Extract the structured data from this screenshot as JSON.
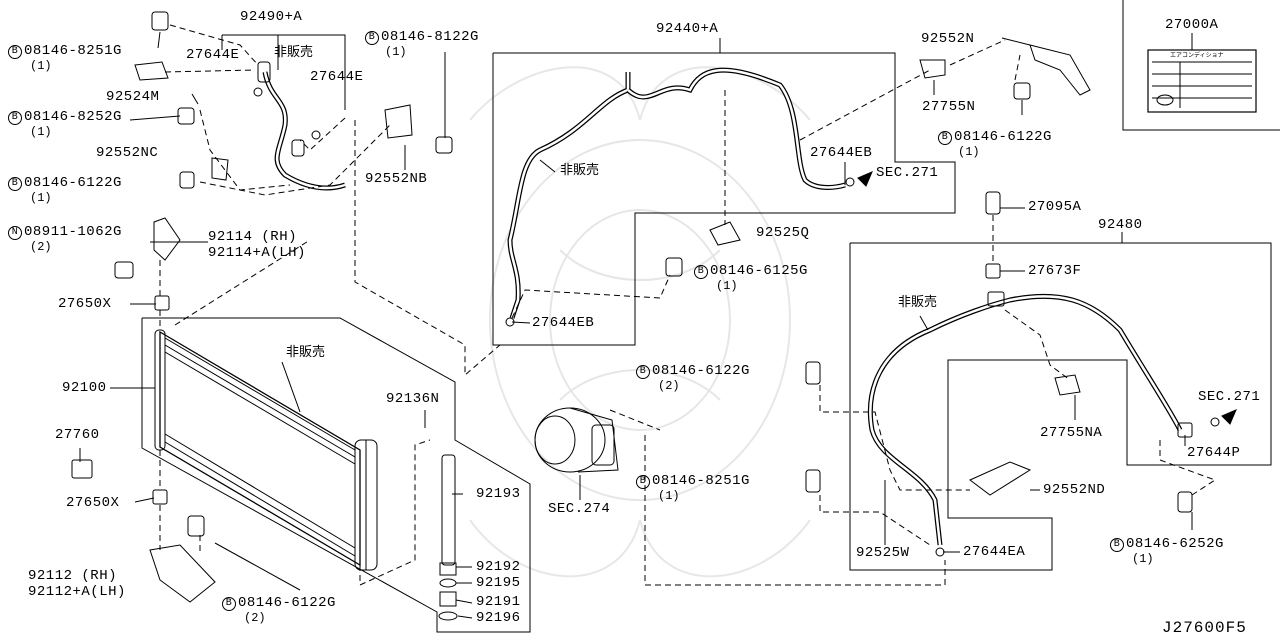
{
  "callouts": {
    "c92490A": "92490+A",
    "nonsale1": "非販売",
    "c27644E_1": "27644E",
    "c27644E_2": "27644E",
    "c92524M": "92524M",
    "c92552NC": "92552NC",
    "c92552NB": "92552NB",
    "c92114": "92114  (RH)",
    "c92114A": "92114+A(LH)",
    "c27650X_1": "27650X",
    "c92100": "92100",
    "nonsale2": "非販売",
    "c27760": "27760",
    "c27650X_2": "27650X",
    "c92112": "92112  (RH)",
    "c92112A": "92112+A(LH)",
    "c92136N": "92136N",
    "c92193": "92193",
    "c92192": "92192",
    "c92195": "92195",
    "c92191": "92191",
    "c92196": "92196",
    "cSEC274": "SEC.274",
    "c92440A": "92440+A",
    "nonsale3": "非販売",
    "c27644EB_1": "27644EB",
    "cSEC271_1": "SEC.271",
    "c92525Q": "92525Q",
    "c27644EB_2": "27644EB",
    "c92552N": "92552N",
    "c27755N": "27755N",
    "c27000A": "27000A",
    "label_jp": "エアコンディショナ",
    "c27095A": "27095A",
    "c92480": "92480",
    "c27673F": "27673F",
    "nonsale4": "非販売",
    "c27755NA": "27755NA",
    "cSEC271_2": "SEC.271",
    "c27644P": "27644P",
    "c92552ND": "92552ND",
    "c92525W": "92525W",
    "c27644EA": "27644EA",
    "diagram_code": "J27600F5"
  },
  "bolts": [
    {
      "prefix": "B",
      "part": "08146-8251G",
      "qty": "(1)"
    },
    {
      "prefix": "B",
      "part": "08146-8252G",
      "qty": "(1)"
    },
    {
      "prefix": "B",
      "part": "08146-6122G",
      "qty": "(1)"
    },
    {
      "prefix": "N",
      "part": "08911-1062G",
      "qty": "(2)"
    },
    {
      "prefix": "B",
      "part": "08146-8122G",
      "qty": "(1)"
    },
    {
      "prefix": "B",
      "part": "08146-6122G",
      "qty": "(2)"
    },
    {
      "prefix": "B",
      "part": "08146-6125G",
      "qty": "(1)"
    },
    {
      "prefix": "B",
      "part": "08146-6122G",
      "qty": "(1)"
    },
    {
      "prefix": "B",
      "part": "08146-6122G",
      "qty": "(2)"
    },
    {
      "prefix": "B",
      "part": "08146-8251G",
      "qty": "(1)"
    },
    {
      "prefix": "B",
      "part": "08146-6252G",
      "qty": "(1)"
    }
  ]
}
